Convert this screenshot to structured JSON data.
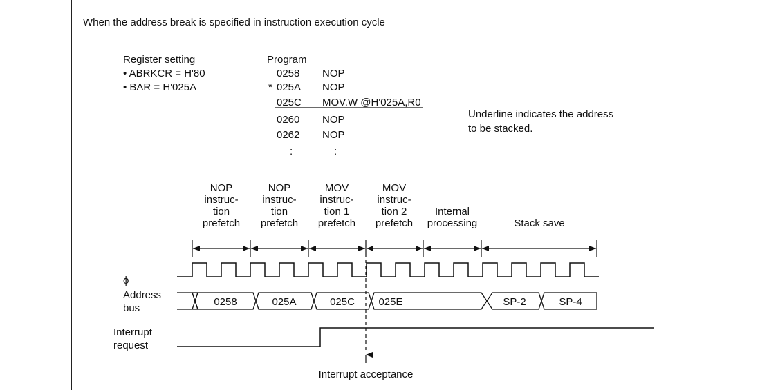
{
  "title": "When the address break is specified in instruction execution cycle",
  "register": {
    "heading": "Register setting",
    "items": [
      "• ABRKCR = H'80",
      "• BAR = H'025A"
    ]
  },
  "program": {
    "heading": "Program",
    "lines": [
      {
        "marker": "",
        "addr": "0258",
        "instr": "NOP"
      },
      {
        "marker": "*",
        "addr": "025A",
        "instr": "NOP"
      },
      {
        "marker": "",
        "addr": "025C",
        "instr": "MOV.W @H'025A,R0"
      },
      {
        "marker": "",
        "addr": "0260",
        "instr": "NOP"
      },
      {
        "marker": "",
        "addr": "0262",
        "instr": "NOP"
      },
      {
        "marker": "",
        "addr": ":",
        "instr": ":"
      }
    ]
  },
  "note": [
    "Underline indicates the address",
    "to be stacked."
  ],
  "phases": [
    [
      "NOP",
      "instruc-",
      "tion",
      "prefetch"
    ],
    [
      "NOP",
      "instruc-",
      "tion",
      "prefetch"
    ],
    [
      "MOV",
      "instruc-",
      "tion 1",
      "prefetch"
    ],
    [
      "MOV",
      "instruc-",
      "tion 2",
      "prefetch"
    ],
    [
      "Internal",
      "processing"
    ],
    [
      "Stack save"
    ]
  ],
  "signals": {
    "clock": "ϕ",
    "address_bus": [
      "Address",
      "bus"
    ],
    "interrupt": [
      "Interrupt",
      "request"
    ]
  },
  "bus_values": [
    "0258",
    "025A",
    "025C",
    "025E",
    "SP-2",
    "SP-4"
  ],
  "acceptance_label": "Interrupt acceptance"
}
